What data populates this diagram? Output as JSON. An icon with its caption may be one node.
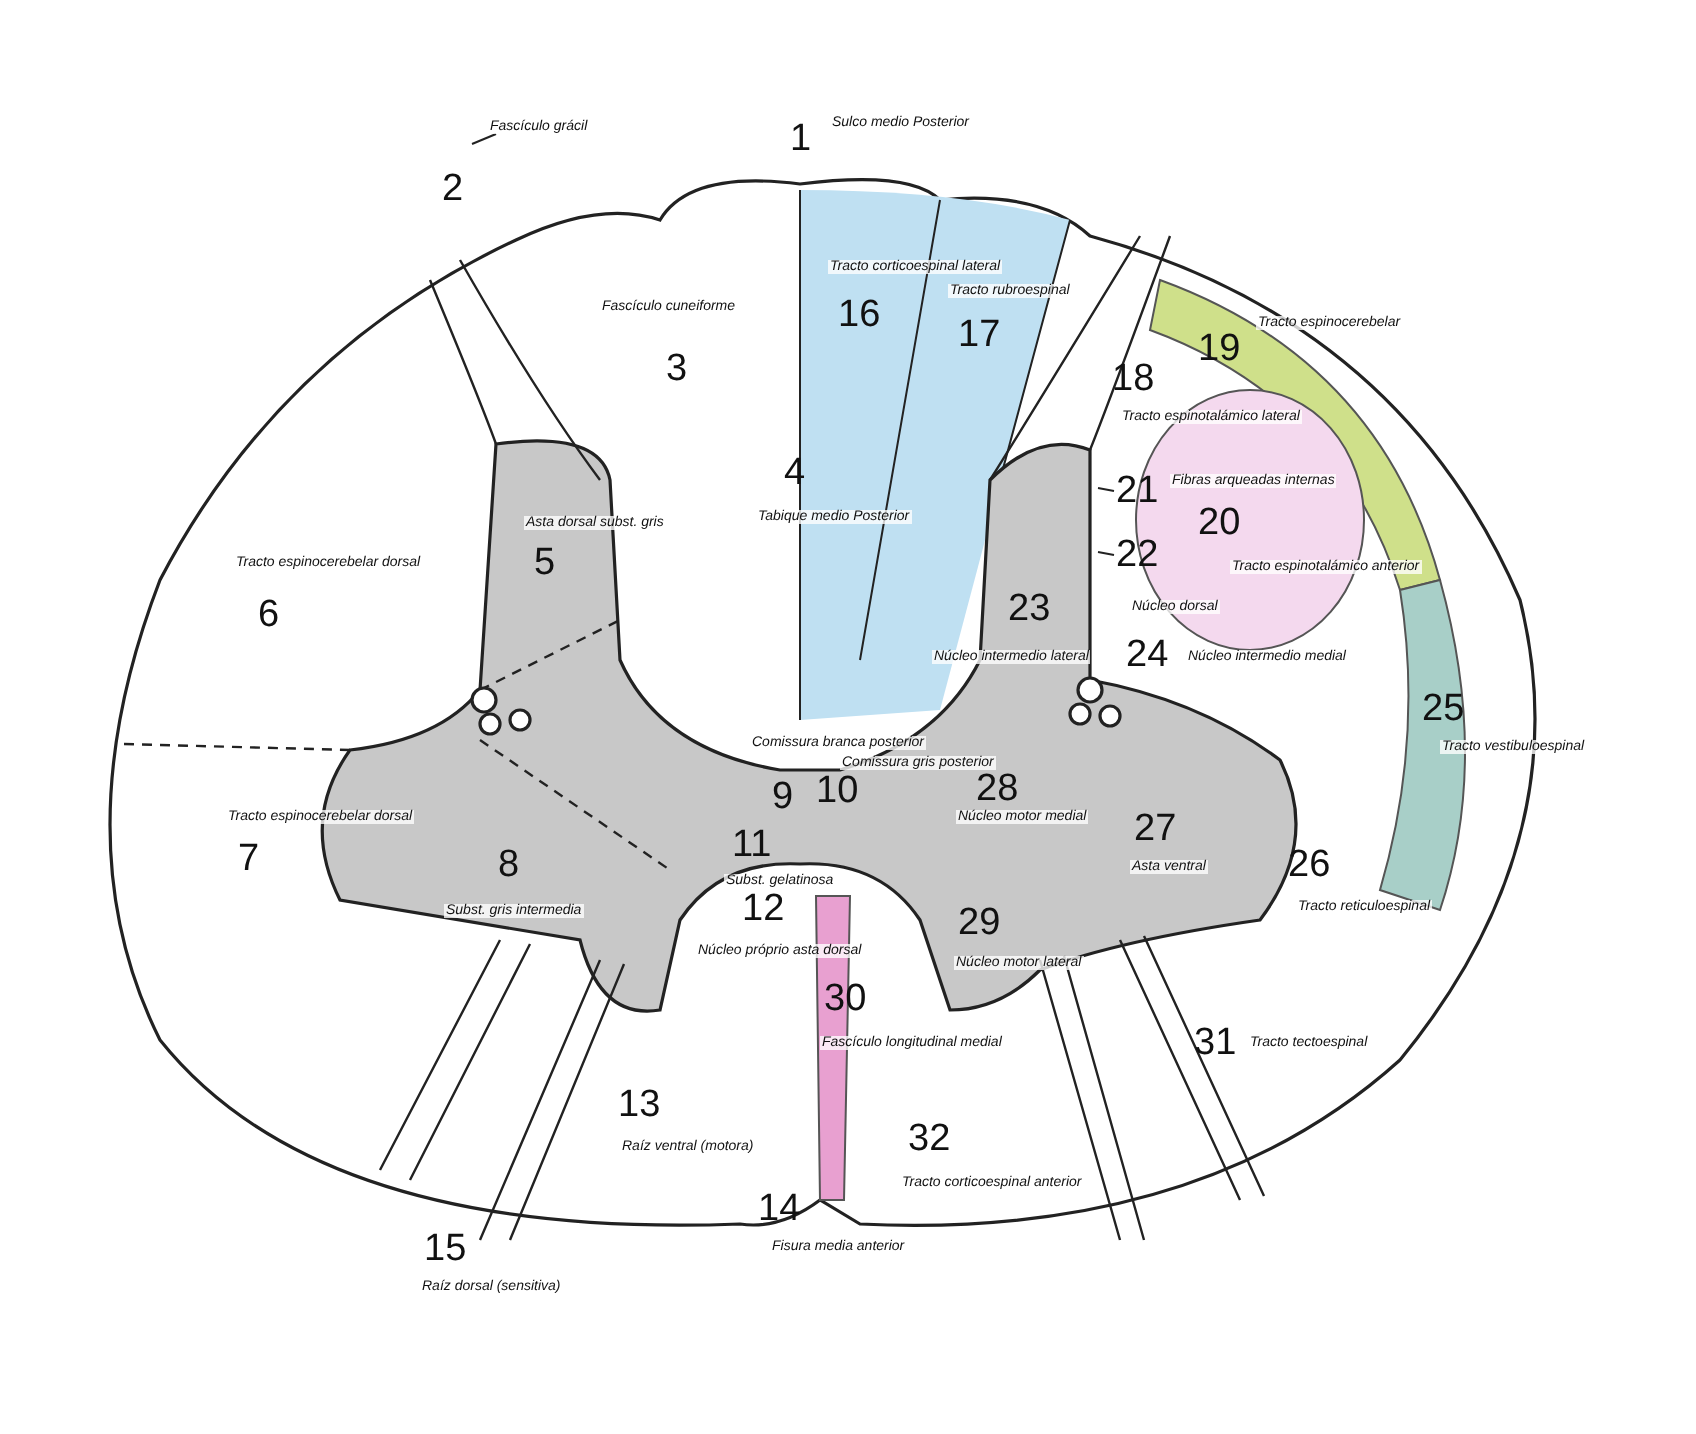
{
  "diagram": {
    "nodes": [
      {
        "text": [
          "Fascículo grácil"
        ]
      },
      {
        "text": [
          "21"
        ]
      },
      {
        "text": [
          "22"
        ]
      }
    ],
    "edges": [
      {
        "from": 0,
        "to": null,
        "arrow": "none"
      },
      {
        "from": 1,
        "to": null,
        "arrow": "none"
      },
      {
        "from": 2,
        "to": null,
        "arrow": "none"
      }
    ],
    "labels": [
      "1",
      "Sulco medio Posterior",
      "2",
      "16",
      "Tracto corticoespinal lateral",
      "17",
      "Tracto rubroespinal",
      "Fascículo cuneiforme",
      "3",
      "19",
      "Tracto espinocerebelar",
      "18",
      "Tracto espinotalámico lateral",
      "4",
      "Tabique medio Posterior",
      "Fibras arqueadas internas",
      "20",
      "Asta dorsal subst. gris",
      "5",
      "Tracto espinocerebelar dorsal",
      "Tracto espinotalámico anterior",
      "6",
      "23",
      "Núcleo dorsal",
      "Núcleo intermedio lateral",
      "24",
      "Núcleo intermedio medial",
      "25",
      "Comissura branca posterior",
      "9",
      "Comissura gris posterior",
      "Tracto vestibuloespinal",
      "10",
      "28",
      "Tracto espinocerebelar dorsal",
      "7",
      "Núcleo motor medial",
      "27",
      "11",
      "Asta ventral",
      "8",
      "26",
      "Subst. gelatinosa",
      "12",
      "Subst. gris intermedia",
      "Tracto reticuloespinal",
      "29",
      "Núcleo próprio asta dorsal",
      "Núcleo motor lateral",
      "30",
      "Fascículo longitudinal medial",
      "31",
      "Tracto tectoespinal",
      "13",
      "Raíz ventral (motora)",
      "32",
      "Tracto corticoespinal anterior",
      "14",
      "15",
      "Fisura media anterior",
      "Raíz dorsal (sensitiva)"
    ]
  }
}
